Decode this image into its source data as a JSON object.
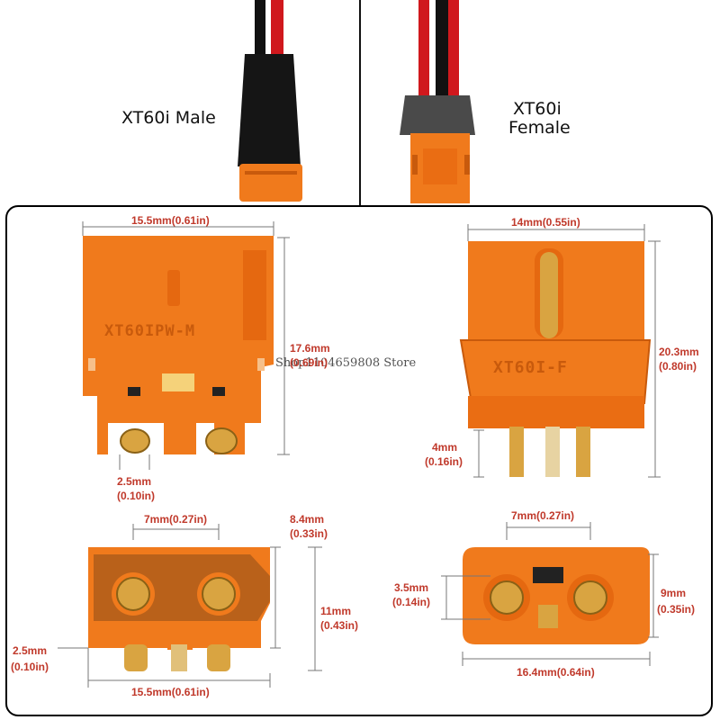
{
  "top": {
    "male_label": "XT60i Male",
    "female_label_line1": "XT60i",
    "female_label_line2": "Female"
  },
  "watermark": "Shop1104659808 Store",
  "connectors": {
    "male_back": {
      "marking": "XT60IPW-M"
    },
    "female_front": {
      "marking": "XT60I-F"
    }
  },
  "dimensions": {
    "male_width": "15.5mm(0.61in)",
    "male_height_mm": "17.6mm",
    "male_height_in": "(0.69in)",
    "male_pin_mm": "2.5mm",
    "male_pin_in": "(0.10in)",
    "female_width": "14mm(0.55in)",
    "female_height_mm": "20.3mm",
    "female_height_in": "(0.80in)",
    "female_pin_mm": "4mm",
    "female_pin_in": "(0.16in)",
    "male_face_spacing": "7mm(0.27in)",
    "male_face_depth_mm": "8.4mm",
    "male_face_depth_in": "(0.33in)",
    "male_face_height_mm": "11mm",
    "male_face_height_in": "(0.43in)",
    "male_face_pin_mm": "2.5mm",
    "male_face_pin_in": "(0.10in)",
    "male_face_width": "15.5mm(0.61in)",
    "female_face_spacing": "7mm(0.27in)",
    "female_face_hole_mm": "3.5mm",
    "female_face_hole_in": "(0.14in)",
    "female_face_height_mm": "9mm",
    "female_face_height_in": "(0.35in)",
    "female_face_width": "16.4mm(0.64in)"
  },
  "colors": {
    "orange": "#f07a1c",
    "orange_dark": "#c85a0c",
    "gold": "#d9a441",
    "dimension_text": "#c0392b"
  }
}
